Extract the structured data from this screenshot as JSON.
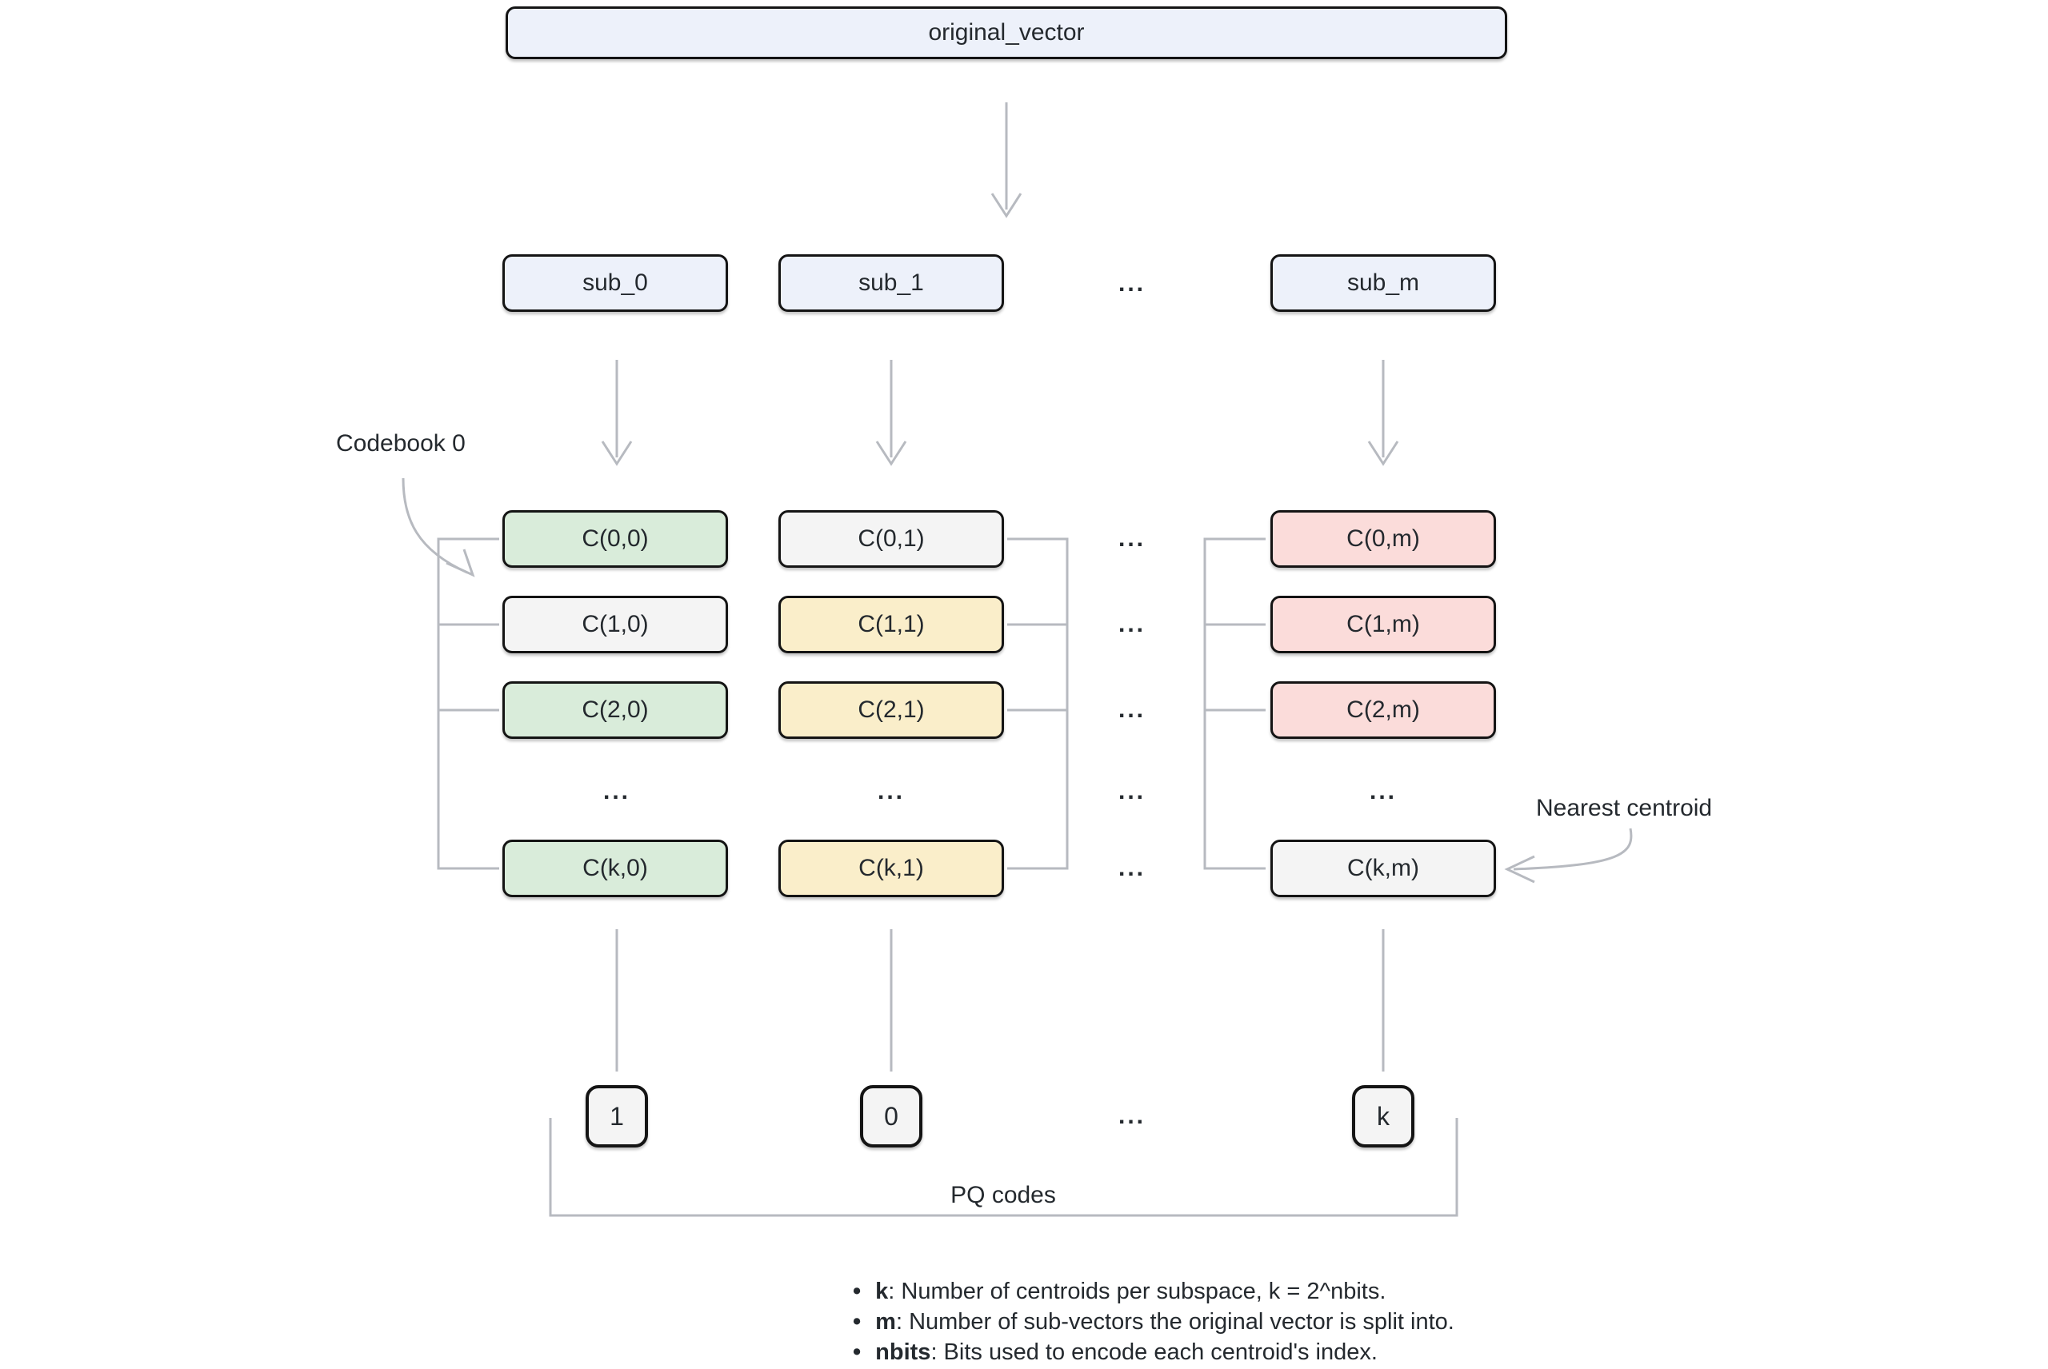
{
  "diagram": {
    "original_vector_label": "original_vector",
    "ellipsis": "...",
    "sub_vectors": [
      "sub_0",
      "sub_1",
      "sub_m"
    ],
    "annotations": {
      "codebook": "Codebook 0",
      "nearest_centroid": "Nearest centroid",
      "pq_codes": "PQ codes"
    },
    "codebook_columns": [
      {
        "sub": "sub_0",
        "cells": [
          {
            "label": "C(0,0)",
            "color": "green"
          },
          {
            "label": "C(1,0)",
            "color": "gray"
          },
          {
            "label": "C(2,0)",
            "color": "green"
          },
          {
            "label": "...",
            "color": "none"
          },
          {
            "label": "C(k,0)",
            "color": "green"
          }
        ]
      },
      {
        "sub": "sub_1",
        "cells": [
          {
            "label": "C(0,1)",
            "color": "gray"
          },
          {
            "label": "C(1,1)",
            "color": "yellow"
          },
          {
            "label": "C(2,1)",
            "color": "yellow"
          },
          {
            "label": "...",
            "color": "none"
          },
          {
            "label": "C(k,1)",
            "color": "yellow"
          }
        ]
      },
      {
        "sub": "sub_m",
        "cells": [
          {
            "label": "C(0,m)",
            "color": "pink"
          },
          {
            "label": "C(1,m)",
            "color": "pink"
          },
          {
            "label": "C(2,m)",
            "color": "pink"
          },
          {
            "label": "...",
            "color": "none"
          },
          {
            "label": "C(k,m)",
            "color": "gray"
          }
        ]
      }
    ],
    "pq_codes_values": [
      "1",
      "0",
      "k"
    ],
    "bullets": [
      {
        "term": "k",
        "text": ": Number of centroids per subspace, k = 2^nbits."
      },
      {
        "term": "m",
        "text": ": Number of sub-vectors the original vector is split into."
      },
      {
        "term": "nbits",
        "text": ": Bits used to encode each centroid's index."
      }
    ],
    "colors": {
      "sub_vector_fill": "#edf1fa",
      "green_fill": "#d9ecda",
      "yellow_fill": "#faeeca",
      "pink_fill": "#fbdcda",
      "gray_fill": "#f4f4f4",
      "border": "#141414",
      "connector": "#b7bac0",
      "text": "#24292e"
    }
  }
}
